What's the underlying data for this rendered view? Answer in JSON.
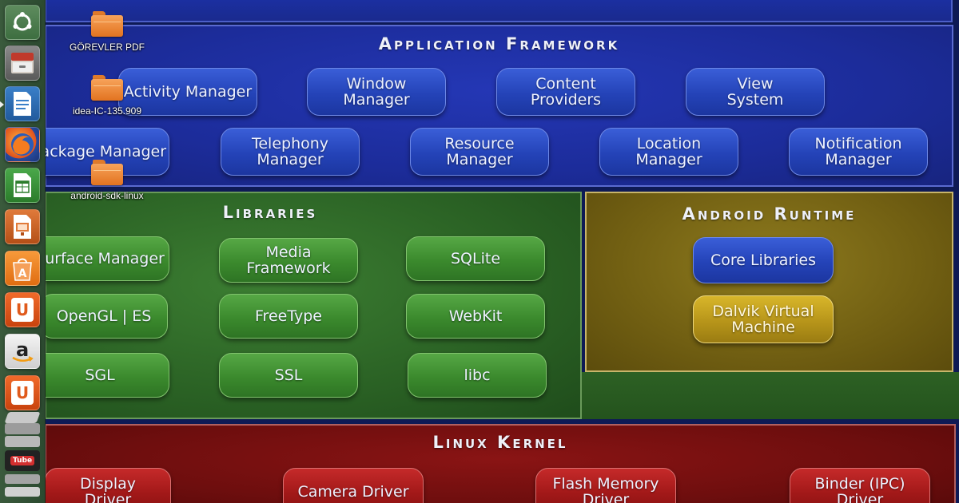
{
  "desktop_icons": [
    {
      "label": "GÖREVLER PDF",
      "icon": "folder-icon"
    },
    {
      "label": "idea-IC-135.909",
      "icon": "folder-icon"
    },
    {
      "label": "android-sdk-linux",
      "icon": "folder-icon"
    }
  ],
  "launcher": {
    "items": [
      {
        "name": "ubuntu-dash",
        "icon": "ubuntu-logo-icon"
      },
      {
        "name": "files",
        "icon": "file-cabinet-icon"
      },
      {
        "name": "libreoffice-writer",
        "icon": "document-icon"
      },
      {
        "name": "firefox",
        "icon": "firefox-icon"
      },
      {
        "name": "libreoffice-calc",
        "icon": "spreadsheet-icon"
      },
      {
        "name": "libreoffice-impress",
        "icon": "presentation-icon"
      },
      {
        "name": "ubuntu-software-center",
        "icon": "shopping-bag-icon"
      },
      {
        "name": "ubuntu-one",
        "icon": "ubuntu-one-icon"
      },
      {
        "name": "amazon",
        "icon": "amazon-icon"
      },
      {
        "name": "ubuntu-one-music",
        "icon": "ubuntu-one-icon"
      },
      {
        "name": "stacked-apps",
        "icon": "stack-icon"
      }
    ],
    "glyphs": {
      "amazon": "a",
      "ubuntu_one": "U",
      "tube": "Tube"
    }
  },
  "diagram": {
    "application_framework": {
      "title": "Application Framework",
      "boxes": [
        "Activity Manager",
        "Window\nManager",
        "Content\nProviders",
        "View\nSystem",
        "Package Manager",
        "Telephony\nManager",
        "Resource\nManager",
        "Location\nManager",
        "Notification\nManager"
      ]
    },
    "libraries": {
      "title": "Libraries",
      "boxes": [
        "Surface Manager",
        "Media\nFramework",
        "SQLite",
        "OpenGL | ES",
        "FreeType",
        "WebKit",
        "SGL",
        "SSL",
        "libc"
      ]
    },
    "android_runtime": {
      "title": "Android Runtime",
      "boxes": [
        "Core Libraries",
        "Dalvik Virtual\nMachine"
      ]
    },
    "linux_kernel": {
      "title": "Linux Kernel",
      "boxes": [
        "Display\nDriver",
        "Camera Driver",
        "Flash Memory\nDriver",
        "Binder (IPC)\nDriver"
      ]
    }
  },
  "colors": {
    "framework_blue": "#1c2c9a",
    "libraries_green": "#2a6124",
    "runtime_gold": "#715f12",
    "kernel_red": "#6e0e0e"
  }
}
